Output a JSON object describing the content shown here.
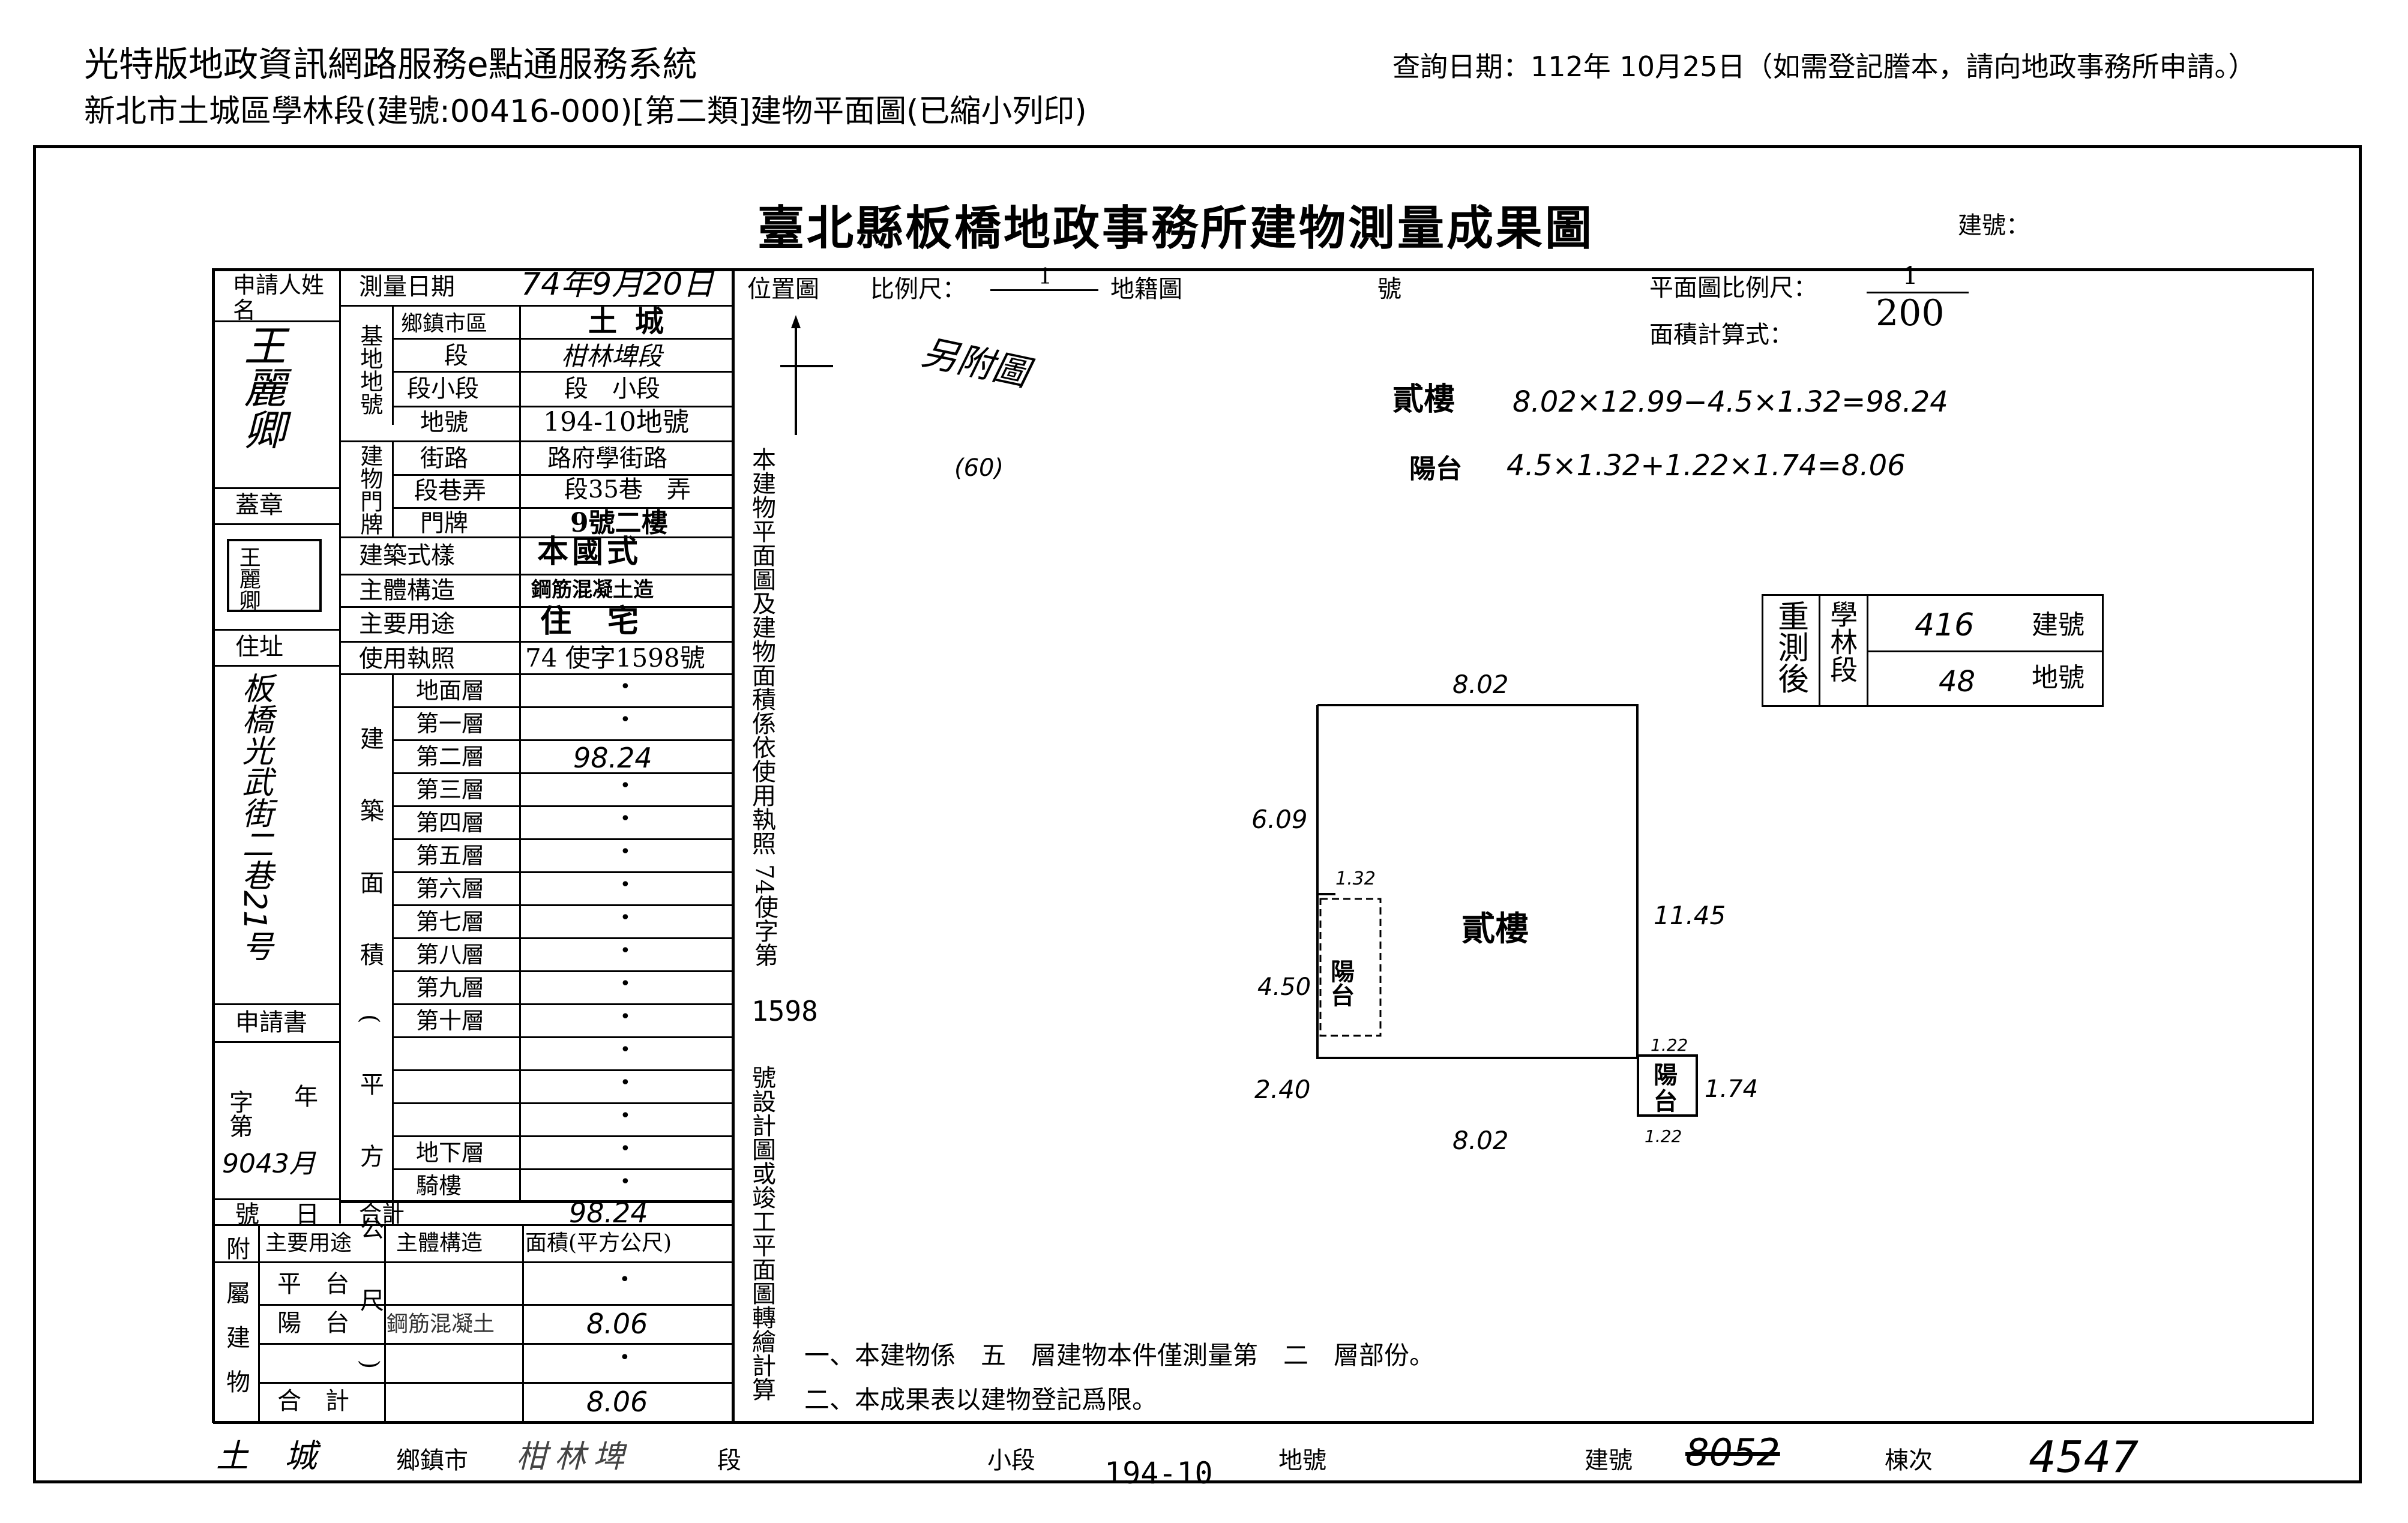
{
  "header": {
    "system_name": "光特版地政資訊網路服務e點通服務系統",
    "query_date": "查詢日期：112年 10月25日（如需登記謄本，請向地政事務所申請。）",
    "doc_caption": "新北市土城區學林段(建號:00416-000)[第二類]建物平面圖(已縮小列印)"
  },
  "doc": {
    "title": "臺北縣板橋地政事務所建物測量成果圖",
    "build_no_label": "建號：",
    "applicant": {
      "label": "申請人姓名",
      "name": "王麗卿",
      "seal_label": "蓋章",
      "seal_text": "王麗卿",
      "address_label": "住址",
      "address": "板橋光武街二巷21号"
    },
    "application": {
      "label": "申請書",
      "zi": "字",
      "di": "第",
      "hao": "號",
      "nian": "年",
      "yue": "月",
      "ri": "日",
      "number_hw": "9043月"
    },
    "survey": {
      "date_label": "測量日期",
      "date_value": "74年9月20日",
      "base_label": "基地地號",
      "township_label": "鄉鎮市區",
      "township": "土城",
      "section_label": "段",
      "section": "柑林埤段",
      "subsection_label": "段小段",
      "subsection": "段　小段",
      "lot_label": "地號",
      "lot": "194-10地號",
      "door_label": "建物門牌",
      "road_label": "街路",
      "road": "路府學街路",
      "lane_label": "段巷弄",
      "lane": "段35巷　弄",
      "doorplate_label": "門牌",
      "doorplate": "9號二樓",
      "style_label": "建築式樣",
      "style": "本國式",
      "structure_label": "主體構造",
      "structure": "鋼筋混凝土造",
      "use_label": "主要用途",
      "use": "住宅",
      "license_label": "使用執照",
      "license": "74 使字1598號"
    },
    "area_label": "建築面積(平方公尺)",
    "floors": [
      {
        "label": "地面層",
        "value": "•"
      },
      {
        "label": "第一層",
        "value": "•"
      },
      {
        "label": "第二層",
        "value": "98.24"
      },
      {
        "label": "第三層",
        "value": "•"
      },
      {
        "label": "第四層",
        "value": "•"
      },
      {
        "label": "第五層",
        "value": "•"
      },
      {
        "label": "第六層",
        "value": "•"
      },
      {
        "label": "第七層",
        "value": "•"
      },
      {
        "label": "第八層",
        "value": "•"
      },
      {
        "label": "第九層",
        "value": "•"
      },
      {
        "label": "第十層",
        "value": "•"
      },
      {
        "label": "",
        "value": "•"
      },
      {
        "label": "",
        "value": "•"
      },
      {
        "label": "",
        "value": "•"
      },
      {
        "label": "地下層",
        "value": "•"
      },
      {
        "label": "騎樓",
        "value": "•"
      }
    ],
    "total_label": "合計",
    "total_value": "98.24",
    "annex": {
      "label": "附屬建物",
      "col_use": "主要用途",
      "col_struct": "主體構造",
      "col_area": "面積(平方公尺)",
      "rows": [
        {
          "use": "平台",
          "struct": "",
          "area": "•"
        },
        {
          "use": "陽台",
          "struct": "鋼筋混凝土",
          "area": "8.06"
        },
        {
          "use": "",
          "struct": "",
          "area": "•"
        },
        {
          "use": "合計",
          "struct": "",
          "area": "8.06"
        }
      ]
    },
    "location": {
      "label": "位置圖",
      "scale_label": "比例尺：",
      "scale_num": "1",
      "scale_suffix": "地籍圖",
      "no_label": "號",
      "stamp": "另附圖",
      "note_hw": "(60)"
    },
    "vertical_note": "本建物平面圖及建物面積係依使用執照",
    "vertical_note2": "74使字第",
    "license_num": "1598",
    "vertical_note3": "號設計圖或竣工平面圖轉繪計算",
    "plan": {
      "scale_label": "平面圖比例尺：",
      "scale_num": "1",
      "scale_den": "200",
      "calc_label": "面積計算式：",
      "calc1_label": "貳樓",
      "calc1": "8.02×12.99−4.5×1.32=98.24",
      "calc2_label": "陽台",
      "calc2": "4.5×1.32+1.22×1.74=8.06",
      "room_label": "貳樓",
      "balcony_label": "陽台",
      "balcony2_label": "陽台",
      "dims": {
        "top": "8.02",
        "bottom": "8.02",
        "left_upper": "6.09",
        "left_mid": "4.50",
        "left_lower": "2.40",
        "right": "11.45",
        "balc_top": "1.32",
        "balc2_top": "1.22",
        "balc2_side": "1.74",
        "balc2_bot": "1.22"
      }
    },
    "resurvey": {
      "label": "重測後",
      "section": "學林段",
      "build_no_val": "416",
      "build_no_label": "建號",
      "lot_val": "48",
      "lot_label": "地號"
    },
    "notes": {
      "line1": "一、本建物係　五　層建物本件僅測量第　二　層部份。",
      "line2": "二、本成果表以建物登記爲限。"
    },
    "footer": {
      "township": "土城",
      "township_label": "鄉鎮市",
      "section": "柑林埤",
      "section_label": "段",
      "sub_label": "小段",
      "lot": "194-10",
      "lot_label": "地號",
      "build_label": "建號",
      "build_struck": "8052",
      "seq_label": "棟次",
      "seq": "4547"
    }
  }
}
